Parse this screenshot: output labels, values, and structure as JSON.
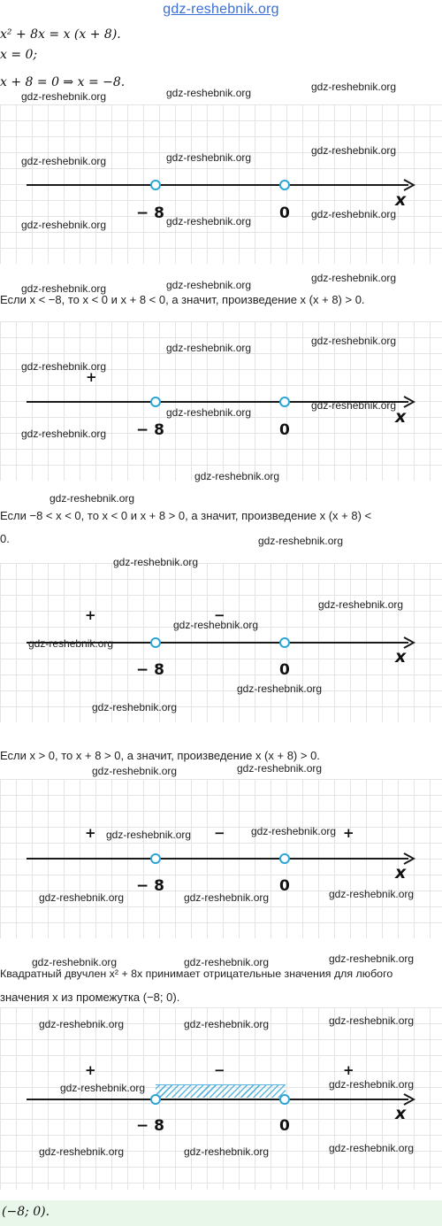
{
  "site": {
    "title": "gdz-reshebnik.org",
    "watermark": "gdz-reshebnik.org"
  },
  "intro": {
    "line1": "x² + 8x = x (x + 8).",
    "line2": "x = 0;",
    "line3": "x + 8 = 0 ⇒ x = −8."
  },
  "number_line": {
    "point_left": "− 8",
    "point_right": "0",
    "axis_var": "x",
    "plus": "+",
    "minus": "−"
  },
  "texts": {
    "case1": "Если x < −8, то x < 0 и x + 8 < 0, а значит, произведение x (x + 8) > 0.",
    "case2_line1": "Если −8 < x < 0, то x < 0 и x + 8 > 0, а значит, произведение x (x + 8) <",
    "case2_line2": "0.",
    "case3": "Если x > 0, то x + 8 > 0, а значит, произведение x (x + 8) > 0.",
    "summary_line1": "Квадратный двучлен x² + 8x принимает отрицательные значения для любого",
    "summary_line2": "значения x из промежутка (−8; 0)."
  },
  "answer": "(−8; 0)."
}
